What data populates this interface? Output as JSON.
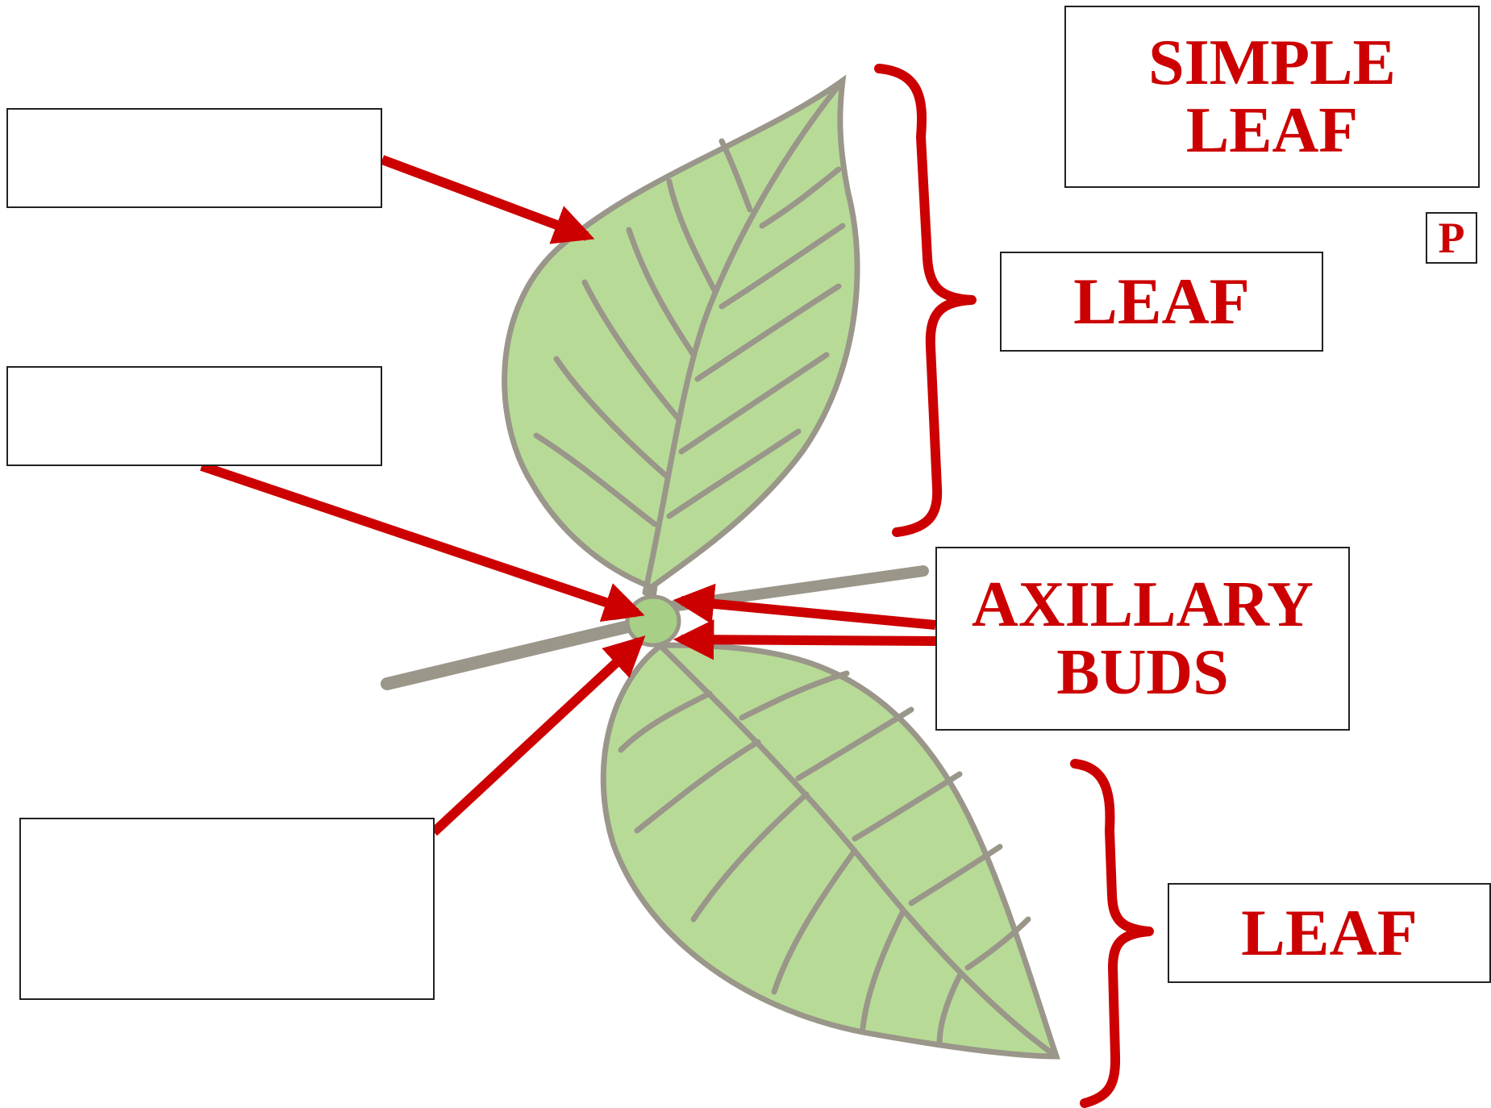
{
  "labels": {
    "simple_leaf": [
      "SIMPLE",
      "LEAF"
    ],
    "leaf_top": "LEAF",
    "axillary_buds": [
      "AXILLARY",
      "BUDS"
    ],
    "leaf_bottom": "LEAF",
    "p_marker": "P"
  },
  "blank_boxes": [
    "",
    "",
    ""
  ],
  "colors": {
    "label_text": "#cc0000",
    "arrow": "#cc0000",
    "bracket": "#cc0000",
    "leaf_fill": "#b7db96",
    "vein": "#9a968a",
    "box_border": "#222222"
  }
}
